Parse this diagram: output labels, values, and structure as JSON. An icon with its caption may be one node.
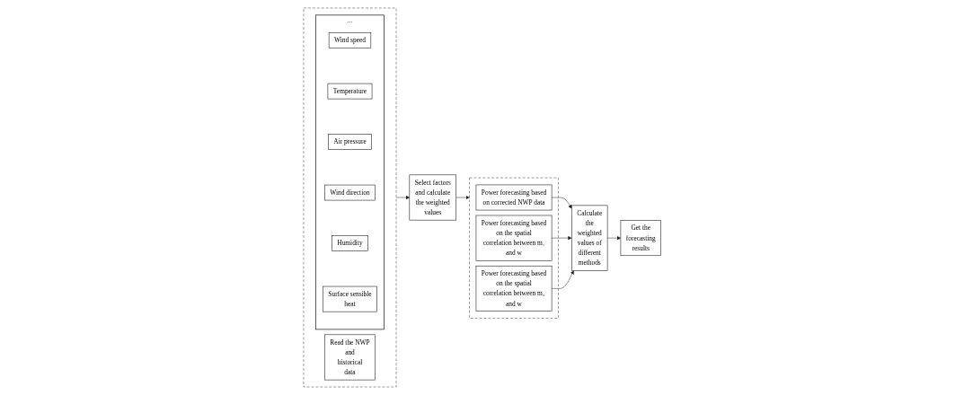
{
  "diagram": {
    "nodes": [
      {
        "text": [],
        "shape": "box"
      },
      {
        "text": [
          "Read the NWP and historical data"
        ],
        "in": 0
      },
      {
        "text": [
          "..."
        ],
        "in": 0
      },
      {
        "text": [
          "Wind speed"
        ],
        "in": 2
      },
      {
        "text": [
          "Temperature"
        ],
        "in": 2
      },
      {
        "text": [
          "Air pressure"
        ],
        "in": 2
      },
      {
        "text": [
          "Wind direction"
        ],
        "in": 2
      },
      {
        "text": [
          "Humidity"
        ],
        "in": 2
      },
      {
        "text": [
          "Surface sensible heat"
        ],
        "in": 2
      },
      {
        "text": [
          "Select factors and calculate the weighted values"
        ]
      },
      {
        "text": [],
        "shape": "box"
      },
      {
        "text": [
          "Power forecasting based on corrected NWP data"
        ],
        "in": 10
      },
      {
        "text": [
          "Power forecasting based on the spatial correlation between m₁ and w"
        ],
        "in": 10
      },
      {
        "text": [
          "Power forecasting based on the spatial correlation between m₂ and w"
        ],
        "in": 10
      },
      {
        "text": [
          "Calculate the weighted values of different methods"
        ]
      },
      {
        "text": [
          "Get the forecasting results"
        ]
      }
    ],
    "edges": [
      {
        "from": 0,
        "to": 9,
        "arrow": "to"
      },
      {
        "from": 9,
        "to": 10,
        "arrow": "to"
      },
      {
        "from": 11,
        "to": 14,
        "arrow": "to"
      },
      {
        "from": 12,
        "to": 14,
        "arrow": "to"
      },
      {
        "from": 13,
        "to": 14,
        "arrow": "to"
      },
      {
        "from": 14,
        "to": 15,
        "arrow": "to"
      }
    ]
  }
}
